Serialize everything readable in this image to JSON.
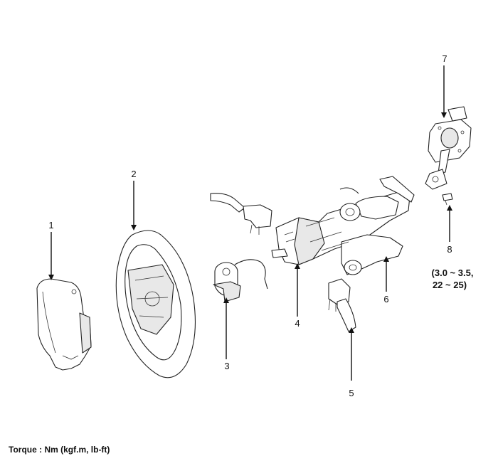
{
  "callouts": [
    {
      "number": "1"
    },
    {
      "number": "2"
    },
    {
      "number": "3"
    },
    {
      "number": "4"
    },
    {
      "number": "5"
    },
    {
      "number": "6"
    },
    {
      "number": "7"
    },
    {
      "number": "8",
      "torque_line1": "(3.0 ~ 3.5,",
      "torque_line2": "22 ~ 25)"
    }
  ],
  "caption": "Torque : Nm (kgf.m, lb-ft)"
}
